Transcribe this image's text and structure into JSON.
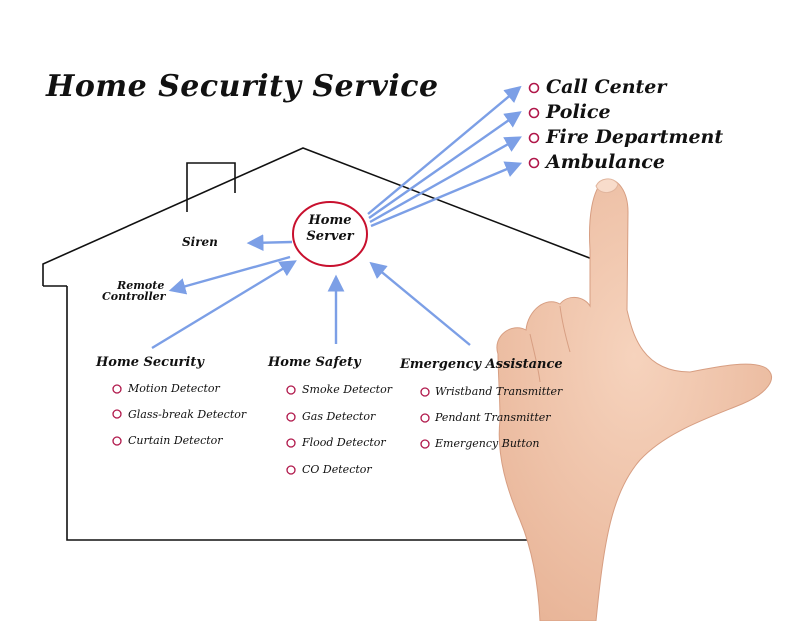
{
  "title": "Home Security Service",
  "hub": {
    "line1": "Home",
    "line2": "Server"
  },
  "services": [
    "Call Center",
    "Police",
    "Fire Department",
    "Ambulance"
  ],
  "outputs": {
    "siren": "Siren",
    "remote_line1": "Remote",
    "remote_line2": "Controller"
  },
  "categories": {
    "home_security": {
      "label": "Home Security",
      "items": [
        "Motion Detector",
        "Glass-break Detector",
        "Curtain Detector"
      ]
    },
    "home_safety": {
      "label": "Home Safety",
      "items": [
        "Smoke Detector",
        "Gas Detector",
        "Flood Detector",
        "CO Detector"
      ]
    },
    "emergency": {
      "label": "Emergency Assistance",
      "items": [
        "Wristband Transmitter",
        "Pendant Transmitter",
        "Emergency Button"
      ]
    }
  },
  "colors": {
    "arrow": "#7c9fe6",
    "bullet": "#b0174a",
    "hub_circle": "#c8102e",
    "line": "#111111",
    "skin": "#f1c6ad"
  }
}
